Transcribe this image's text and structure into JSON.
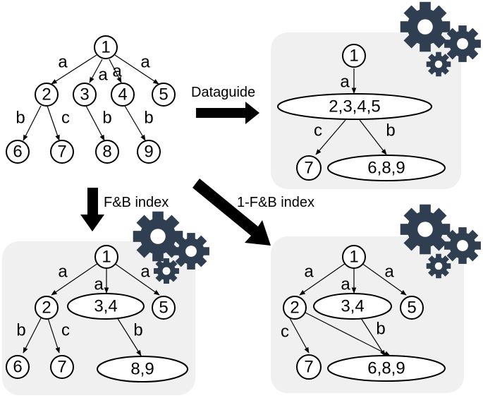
{
  "colors": {
    "panel_background": "#f0f0f0",
    "gear": "#2f3e50",
    "ink": "#000000"
  },
  "icons": [
    "gear-cluster-icon",
    "gear-icon"
  ],
  "source_tree": {
    "nodes": [
      "1",
      "2",
      "3",
      "4",
      "5",
      "6",
      "7",
      "8",
      "9"
    ],
    "edge_labels": [
      "a",
      "a",
      "a",
      "a",
      "b",
      "c",
      "b",
      "b"
    ]
  },
  "dataguide": {
    "caption": "Dataguide",
    "nodes": [
      "1",
      "2,3,4,5",
      "7",
      "6,8,9"
    ],
    "edge_labels": [
      "a",
      "c",
      "b"
    ]
  },
  "fb_index": {
    "caption": "F&B index",
    "nodes": [
      "1",
      "2",
      "3,4",
      "5",
      "6",
      "7",
      "8,9"
    ],
    "edge_labels": [
      "a",
      "a",
      "a",
      "b",
      "c",
      "b"
    ]
  },
  "one_fb_index": {
    "caption": "1-F&B index",
    "nodes": [
      "1",
      "2",
      "3,4",
      "5",
      "7",
      "6,8,9"
    ],
    "edge_labels": [
      "a",
      "a",
      "a",
      "c",
      "b"
    ]
  }
}
